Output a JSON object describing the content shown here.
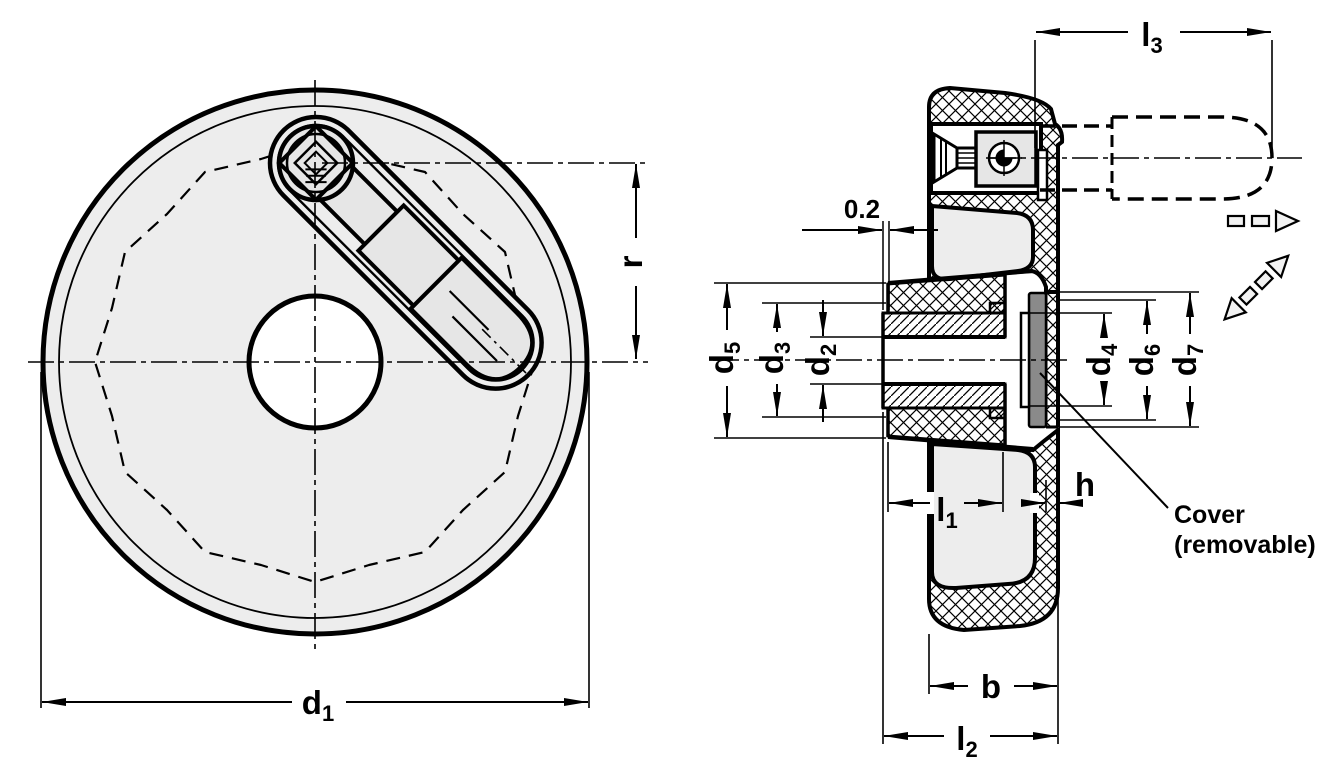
{
  "drawing": {
    "type": "technical-drawing",
    "subject": "handwheel with retractable fold-away handle, front view and section view",
    "colors": {
      "line": "#000000",
      "face": "#ededed",
      "block": "#e6e6e6",
      "cover": "#8a8a8a",
      "background": "#ffffff"
    },
    "front_view": {
      "dims": {
        "d1": {
          "main": "d",
          "sub": "1"
        },
        "r": {
          "main": "r",
          "sub": ""
        }
      }
    },
    "section_view": {
      "dims": {
        "gap": "0.2",
        "l3": {
          "main": "l",
          "sub": "3"
        },
        "d5": {
          "main": "d",
          "sub": "5"
        },
        "d3": {
          "main": "d",
          "sub": "3"
        },
        "d2": {
          "main": "d",
          "sub": "2"
        },
        "d4": {
          "main": "d",
          "sub": "4"
        },
        "d6": {
          "main": "d",
          "sub": "6"
        },
        "d7": {
          "main": "d",
          "sub": "7"
        },
        "l1": {
          "main": "l",
          "sub": "1"
        },
        "h": {
          "main": "h",
          "sub": ""
        },
        "b": {
          "main": "b",
          "sub": ""
        },
        "l2": {
          "main": "l",
          "sub": "2"
        }
      },
      "cover_note": {
        "line1": "Cover",
        "line2": "(removable)"
      }
    }
  }
}
